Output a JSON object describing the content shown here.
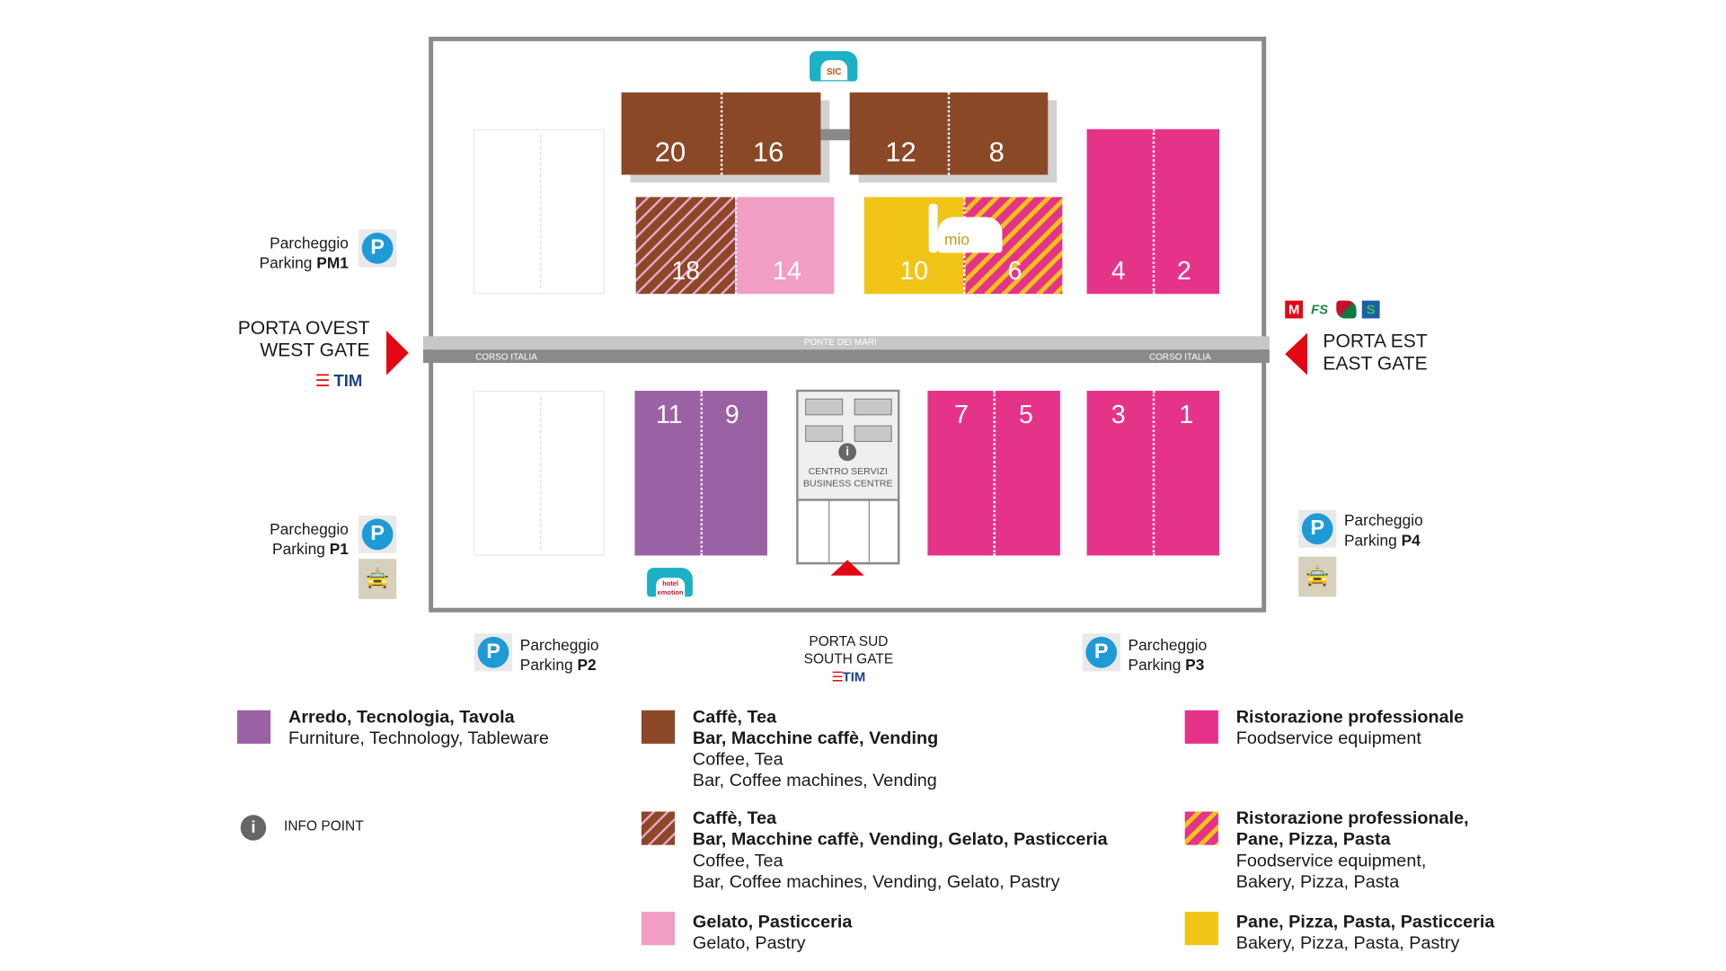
{
  "colors": {
    "brown": "#8a4827",
    "pink": "#f19ec4",
    "yellow": "#f2c418",
    "magenta": "#e5338a",
    "purple": "#9a61a5",
    "hall_border": "#8a8a8a",
    "gate_red": "#e30613",
    "parking_blue": "#1e9ad6"
  },
  "logos": {
    "top": "SIC host",
    "center": "mio host",
    "bottom": "hotel emotion host"
  },
  "roads": {
    "bridge": "PONTE DEI MARI",
    "street_left": "CORSO ITALIA",
    "street_right": "CORSO ITALIA"
  },
  "halls": {
    "top": [
      "20",
      "16",
      "12",
      "8",
      "18",
      "14",
      "10",
      "6",
      "4",
      "2"
    ],
    "bottom": [
      "11",
      "9",
      "7",
      "5",
      "3",
      "1"
    ]
  },
  "business_centre": {
    "line1": "CENTRO SERVIZI",
    "line2": "BUSINESS CENTRE",
    "icon": "info-icon"
  },
  "gates": {
    "west": {
      "line1": "PORTA OVEST",
      "line2": "WEST GATE",
      "sponsor": "TIM"
    },
    "east": {
      "line1": "PORTA EST",
      "line2": "EAST GATE"
    },
    "south": {
      "line1": "PORTA SUD",
      "line2": "SOUTH GATE",
      "sponsor": "TIM"
    }
  },
  "transit_icons": [
    "M",
    "FS",
    "T",
    "S"
  ],
  "parking": {
    "pm1": {
      "line1": "Parcheggio",
      "line2": "Parking ",
      "code": "PM1",
      "icon": "P"
    },
    "p1": {
      "line1": "Parcheggio",
      "line2": "Parking ",
      "code": "P1",
      "icon": "P"
    },
    "p2": {
      "line1": "Parcheggio",
      "line2": "Parking ",
      "code": "P2",
      "icon": "P"
    },
    "p3": {
      "line1": "Parcheggio",
      "line2": "Parking ",
      "code": "P3",
      "icon": "P"
    },
    "p4": {
      "line1": "Parcheggio",
      "line2": "Parking ",
      "code": "P4",
      "icon": "P"
    }
  },
  "legend": [
    {
      "it": "Arredo, Tecnologia, Tavola",
      "en": "Furniture, Technology, Tableware"
    },
    {
      "it1": "Caffè, Tea",
      "it2": "Bar, Macchine caffè, Vending",
      "en1": "Coffee, Tea",
      "en2": "Bar, Coffee machines, Vending"
    },
    {
      "it": "Ristorazione professionale",
      "en": "Foodservice equipment"
    },
    {
      "label": "INFO POINT"
    },
    {
      "it1": "Caffè, Tea",
      "it2": "Bar, Macchine caffè, Vending, Gelato, Pasticceria",
      "en1": "Coffee, Tea",
      "en2": "Bar, Coffee machines, Vending, Gelato, Pastry"
    },
    {
      "it1": "Ristorazione professionale,",
      "it2": "Pane, Pizza, Pasta",
      "en1": "Foodservice equipment,",
      "en2": "Bakery, Pizza, Pasta"
    },
    {
      "it": "Gelato, Pasticceria",
      "en": "Gelato, Pastry"
    },
    {
      "it": "Pane, Pizza, Pasta, Pasticceria",
      "en": "Bakery, Pizza, Pasta, Pastry"
    }
  ]
}
